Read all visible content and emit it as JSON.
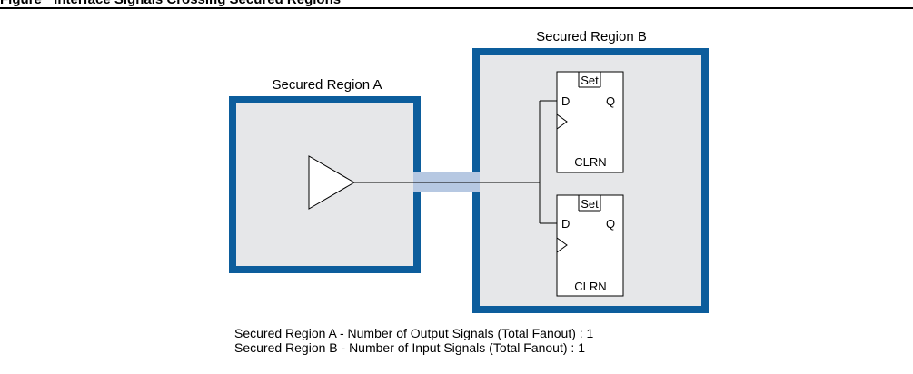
{
  "header": {
    "cropped_title": "Figure · Interface Signals Crossing Secured Regions"
  },
  "diagram": {
    "region_a": {
      "label": "Secured Region A"
    },
    "region_b": {
      "label": "Secured Region B"
    },
    "flipflops": [
      {
        "set_label": "Set",
        "d_label": "D",
        "q_label": "Q",
        "clrn_label": "CLRN"
      },
      {
        "set_label": "Set",
        "d_label": "D",
        "q_label": "Q",
        "clrn_label": "CLRN"
      }
    ],
    "colors": {
      "region_border": "#0c5d9c",
      "region_fill": "#e6e7e9",
      "crossing_highlight": "#b6c8e2"
    }
  },
  "captions": [
    "Secured Region A - Number of Output Signals (Total Fanout) : 1",
    "Secured Region B - Number of Input Signals (Total Fanout) : 1"
  ]
}
